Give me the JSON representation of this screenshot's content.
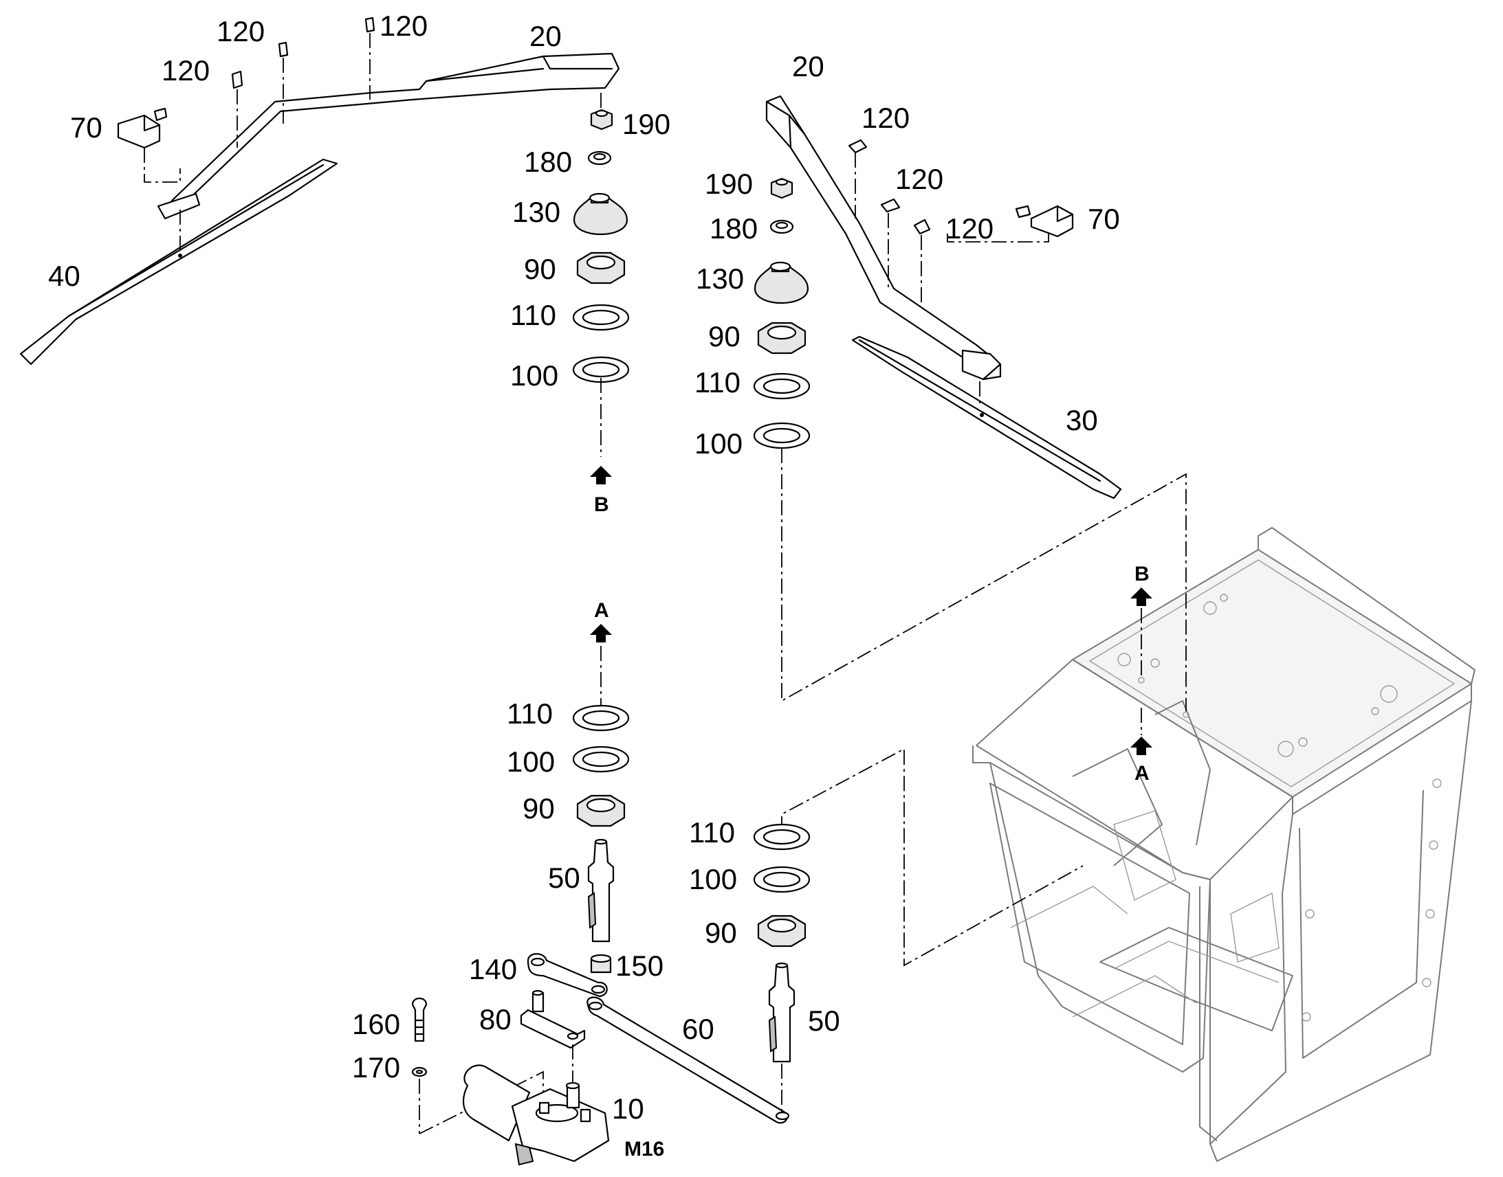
{
  "callouts": [
    {
      "id": "c20a",
      "text": "20"
    },
    {
      "id": "c120a",
      "text": "120"
    },
    {
      "id": "c120b",
      "text": "120"
    },
    {
      "id": "c120c",
      "text": "120"
    },
    {
      "id": "c70a",
      "text": "70"
    },
    {
      "id": "c40",
      "text": "40"
    },
    {
      "id": "c190a",
      "text": "190"
    },
    {
      "id": "c180a",
      "text": "180"
    },
    {
      "id": "c130a",
      "text": "130"
    },
    {
      "id": "c90a",
      "text": "90"
    },
    {
      "id": "c110a",
      "text": "110"
    },
    {
      "id": "c100a",
      "text": "100"
    },
    {
      "id": "c20b",
      "text": "20"
    },
    {
      "id": "c120d",
      "text": "120"
    },
    {
      "id": "c120e",
      "text": "120"
    },
    {
      "id": "c120f",
      "text": "120"
    },
    {
      "id": "c70b",
      "text": "70"
    },
    {
      "id": "c190b",
      "text": "190"
    },
    {
      "id": "c180b",
      "text": "180"
    },
    {
      "id": "c130b",
      "text": "130"
    },
    {
      "id": "c90b",
      "text": "90"
    },
    {
      "id": "c110b",
      "text": "110"
    },
    {
      "id": "c100b",
      "text": "100"
    },
    {
      "id": "c30",
      "text": "30"
    },
    {
      "id": "c110c",
      "text": "110"
    },
    {
      "id": "c100c",
      "text": "100"
    },
    {
      "id": "c90c",
      "text": "90"
    },
    {
      "id": "c50a",
      "text": "50"
    },
    {
      "id": "c150",
      "text": "150"
    },
    {
      "id": "c140",
      "text": "140"
    },
    {
      "id": "c80",
      "text": "80"
    },
    {
      "id": "c160",
      "text": "160"
    },
    {
      "id": "c170",
      "text": "170"
    },
    {
      "id": "c60",
      "text": "60"
    },
    {
      "id": "c10",
      "text": "10"
    },
    {
      "id": "c110d",
      "text": "110"
    },
    {
      "id": "c100d",
      "text": "100"
    },
    {
      "id": "c90d",
      "text": "90"
    },
    {
      "id": "c50b",
      "text": "50"
    }
  ],
  "tags": [
    {
      "id": "tB1",
      "text": "B"
    },
    {
      "id": "tA1",
      "text": "A"
    },
    {
      "id": "tB2",
      "text": "B"
    },
    {
      "id": "tA2",
      "text": "A"
    },
    {
      "id": "tM16",
      "text": "M16"
    }
  ],
  "colors": {
    "ink": "#000000",
    "frame": "#7a7a7a",
    "paper": "#ffffff"
  }
}
